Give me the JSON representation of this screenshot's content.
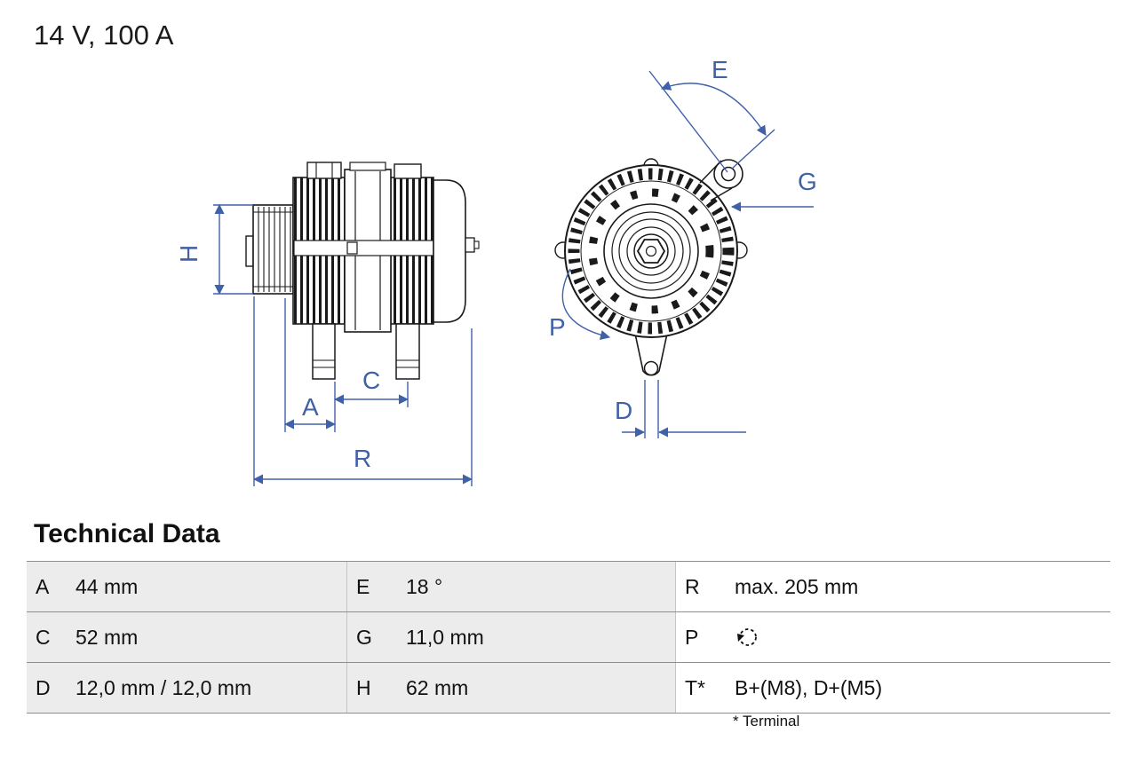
{
  "header": {
    "title": "14 V, 100 A"
  },
  "diagram": {
    "description": "alternator technical drawing, side view and front view with dimension callouts",
    "dimension_color": "#4060a8",
    "labels": {
      "H": "H",
      "A": "A",
      "C": "C",
      "R": "R",
      "E": "E",
      "G": "G",
      "P": "P",
      "D": "D"
    }
  },
  "technical_data": {
    "title": "Technical Data",
    "rows": [
      {
        "cells": [
          {
            "key": "A",
            "value": "44 mm"
          },
          {
            "key": "E",
            "value": "18 °"
          },
          {
            "key": "R",
            "value": "max. 205 mm"
          }
        ]
      },
      {
        "cells": [
          {
            "key": "C",
            "value": "52 mm"
          },
          {
            "key": "G",
            "value": "11,0 mm"
          },
          {
            "key": "P",
            "icon": "rotation-direction-icon"
          }
        ]
      },
      {
        "cells": [
          {
            "key": "D",
            "value": "12,0 mm / 12,0 mm"
          },
          {
            "key": "H",
            "value": "62 mm"
          },
          {
            "key": "T*",
            "value": "B+(M8), D+(M5)"
          }
        ]
      }
    ],
    "footnote": "* Terminal"
  }
}
